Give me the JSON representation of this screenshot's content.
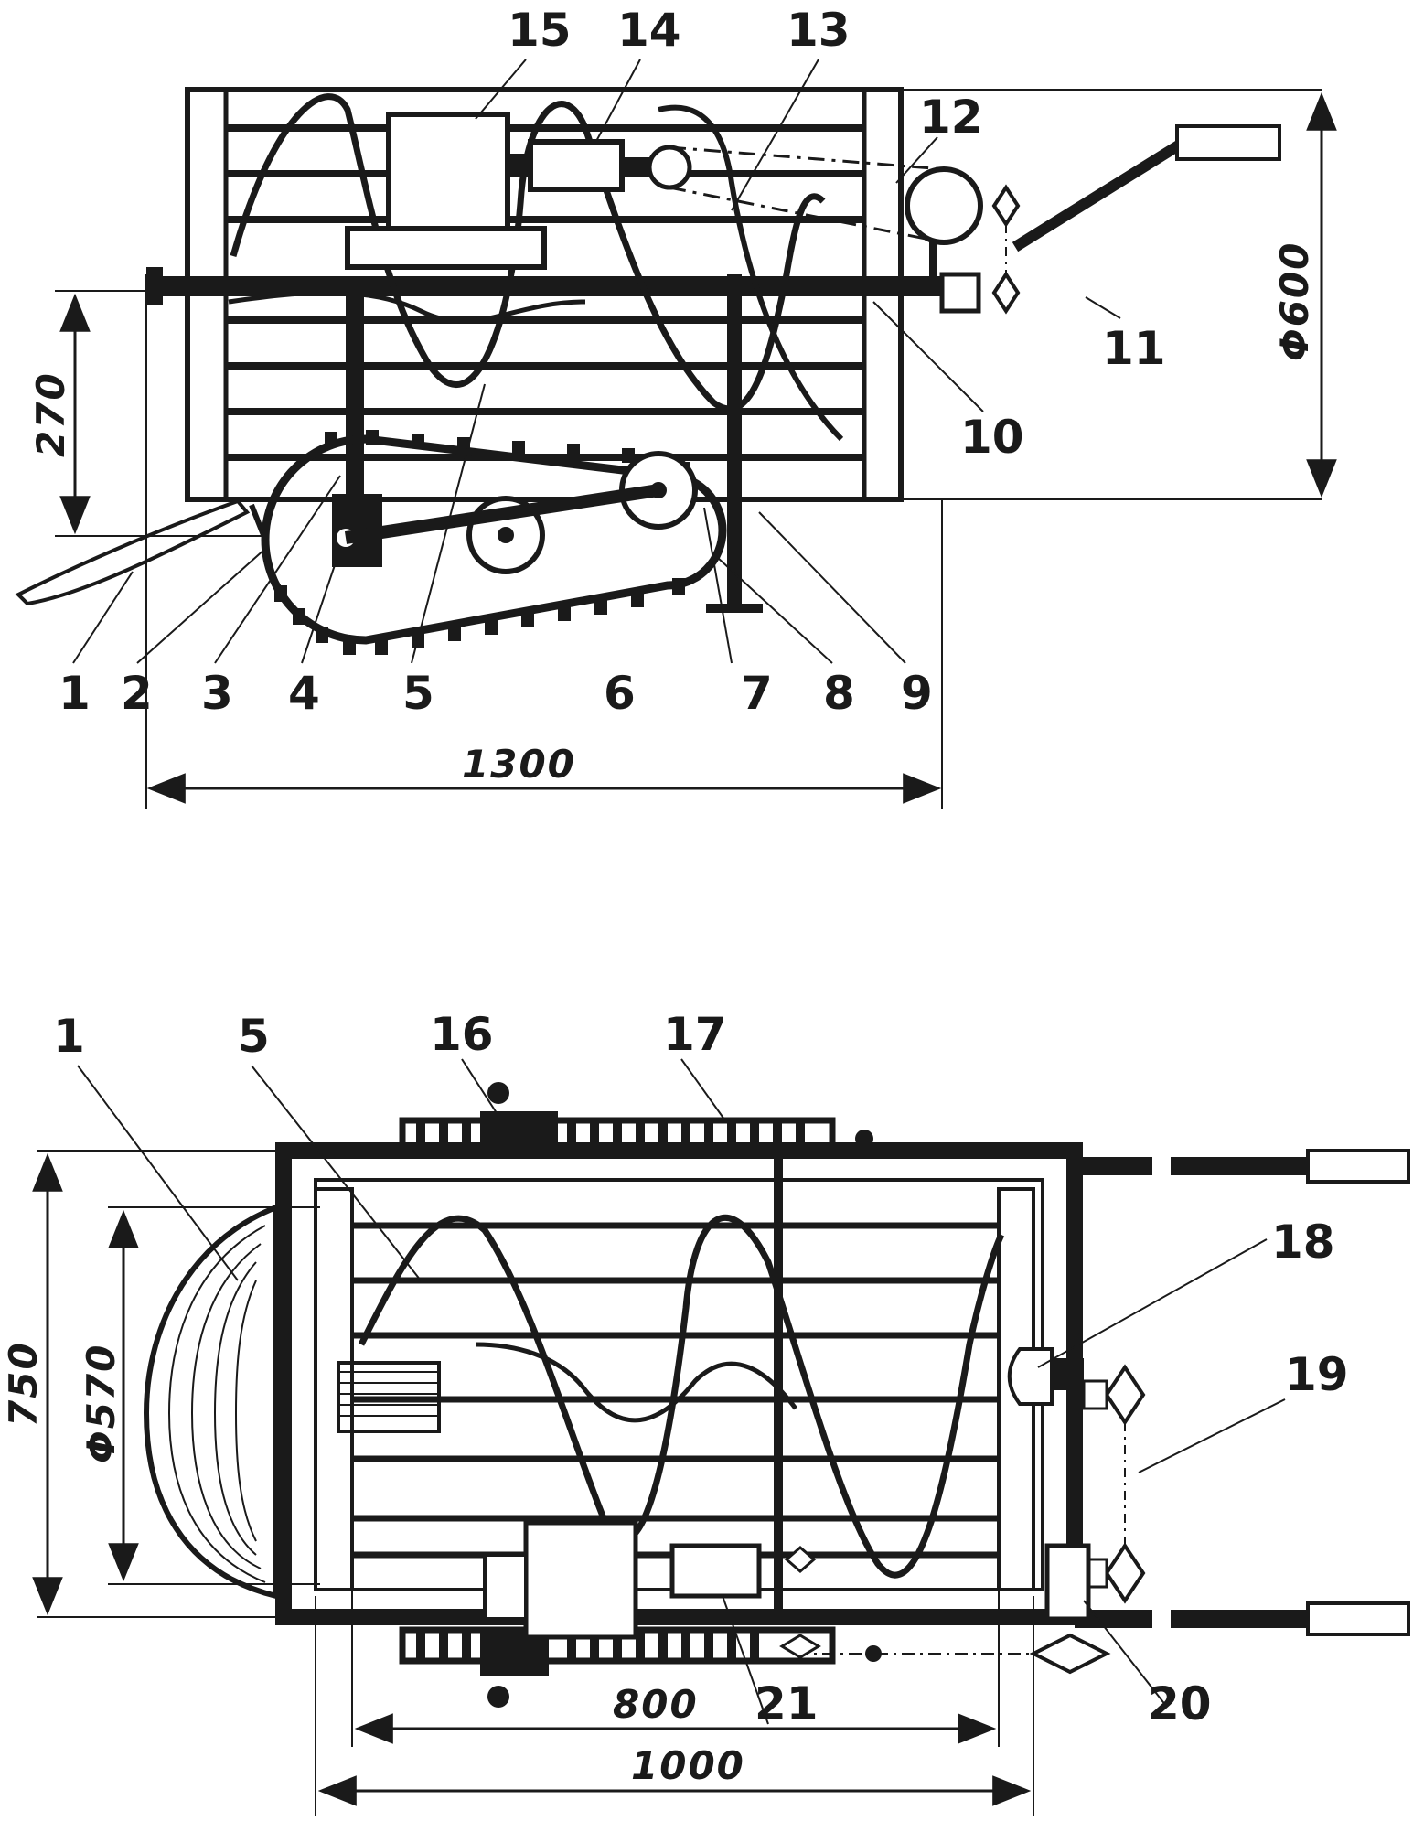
{
  "top_view": {
    "callouts": [
      "1",
      "2",
      "3",
      "4",
      "5",
      "6",
      "7",
      "8",
      "9",
      "10",
      "11",
      "12",
      "13",
      "14",
      "15"
    ],
    "dimensions": {
      "length": "1300",
      "height": "270",
      "diameter": "Φ600"
    }
  },
  "plan_view": {
    "callouts": [
      "1",
      "5",
      "16",
      "17",
      "18",
      "19",
      "20",
      "21"
    ],
    "dimensions": {
      "width": "750",
      "diameter": "Φ570",
      "inner": "800",
      "outer": "1000"
    }
  }
}
